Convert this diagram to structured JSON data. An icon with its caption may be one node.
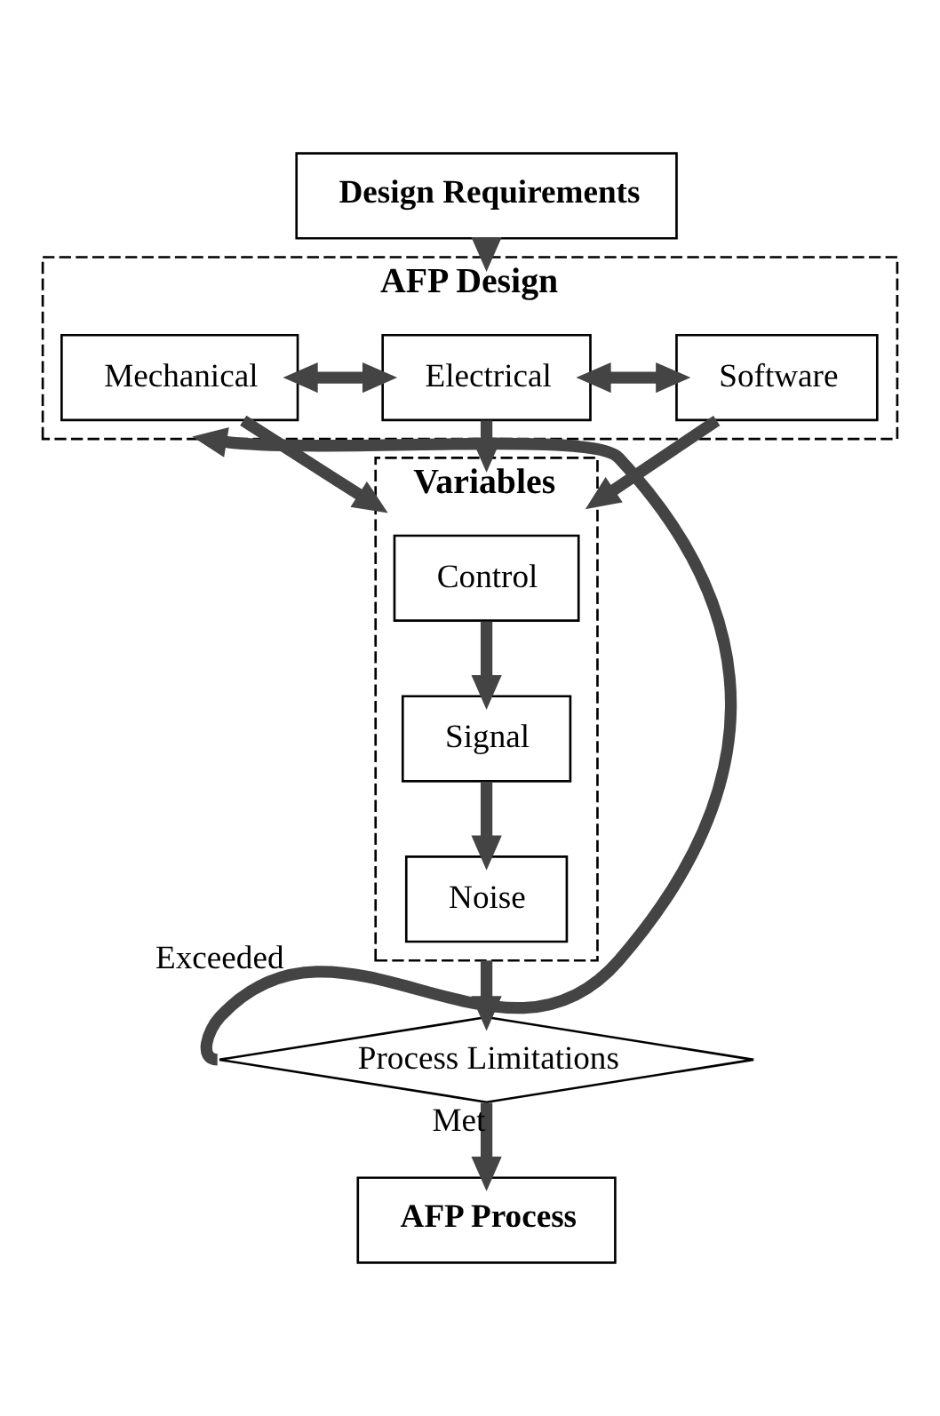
{
  "diagram": {
    "nodes": [
      {
        "text": [
          "Design Requirements"
        ]
      },
      {
        "text": [
          "AFP Design"
        ]
      },
      {
        "text": [
          "Mechanical"
        ],
        "in": 1
      },
      {
        "text": [
          "Electrical"
        ],
        "in": 1
      },
      {
        "text": [
          "Software"
        ],
        "in": 1
      },
      {
        "text": [
          "Variables"
        ]
      },
      {
        "text": [
          "Control"
        ],
        "in": 5
      },
      {
        "text": [
          "Signal"
        ],
        "in": 5
      },
      {
        "text": [
          "Noise"
        ],
        "in": 5
      },
      {
        "text": [
          "Process Limitations"
        ]
      },
      {
        "text": [
          "AFP Process"
        ]
      }
    ],
    "edges": [
      {
        "from": 0,
        "to": 1,
        "arrow": "to"
      },
      {
        "from": 2,
        "to": 3,
        "arrow": "both"
      },
      {
        "from": 3,
        "to": 4,
        "arrow": "both"
      },
      {
        "from": 2,
        "to": 5,
        "arrow": "to"
      },
      {
        "from": 3,
        "to": 5,
        "arrow": "to"
      },
      {
        "from": 4,
        "to": 5,
        "arrow": "to"
      },
      {
        "from": 6,
        "to": 7,
        "arrow": "to"
      },
      {
        "from": 7,
        "to": 8,
        "arrow": "to"
      },
      {
        "from": 5,
        "to": 9,
        "arrow": "to"
      },
      {
        "from": 9,
        "to": 1,
        "arrow": "to",
        "label": "Exceeded"
      },
      {
        "from": 9,
        "to": 10,
        "arrow": "to",
        "label": "Met"
      }
    ]
  }
}
